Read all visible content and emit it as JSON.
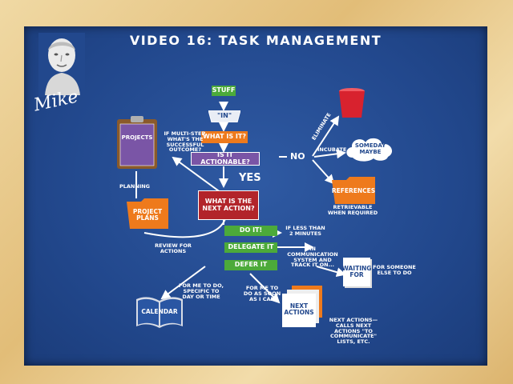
{
  "title": "VIDEO 16: TASK MANAGEMENT",
  "signature": "Mike",
  "nodes": {
    "stuff": "STUFF",
    "in": "\"IN\"",
    "what_is_it": "WHAT IS IT?",
    "is_it_actionable": "IS IT ACTIONABLE?",
    "no": "NO",
    "yes": "YES",
    "next_action": "WHAT IS THE NEXT ACTION?",
    "do_it": "DO IT!",
    "delegate_it": "DELEGATE IT",
    "defer_it": "DEFER IT",
    "projects": "PROJECTS",
    "project_plans": "PROJECT PLANS",
    "references": "REFERENCES",
    "someday_maybe": "SOMEDAY MAYBE",
    "waiting_for": "WAITING FOR",
    "calendar": "CALENDAR",
    "next_actions": "NEXT ACTIONS"
  },
  "notes": {
    "multi_step": "IF MULTI-STEP, WHAT'S THE SUCCESSFUL OUTCOME?",
    "planning": "PLANNING",
    "review": "REVIEW FOR ACTIONS",
    "eliminate": "ELIMINATE",
    "incubate": "INCUBATE",
    "retrievable": "RETRIEVABLE WHEN REQUIRED",
    "less_than": "IF LESS THAN 2 MINUTES",
    "communication": "IN COMMUNICATION SYSTEM AND TRACK IT ON...",
    "for_someone": "FOR SOMEONE ELSE TO DO",
    "for_me_specific": "FOR ME TO DO, SPECIFIC TO DAY OR TIME",
    "for_me_soon": "FOR ME TO DO AS SOON AS I CAN",
    "next_actions_calls": "NEXT ACTIONS—CALLS NEXT ACTIONS \"TO COMMUNICATE\" LISTS, ETC."
  },
  "colors": {
    "board": "#22488d",
    "green": "#4caa3a",
    "orange": "#ee7a1c",
    "purple": "#7a55a6",
    "red": "#b2242a",
    "bucket": "#d8222e",
    "frame": "#e2bd78"
  }
}
